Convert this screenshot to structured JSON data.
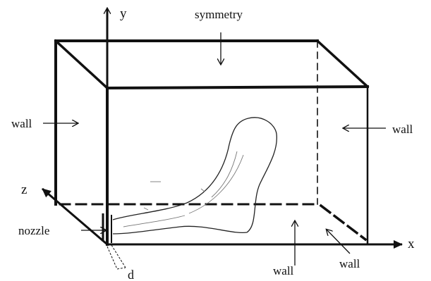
{
  "labels": {
    "symmetry": "symmetry",
    "wall_left": "wall",
    "wall_right": "wall",
    "wall_bottom": "wall",
    "wall_bottom_right": "wall",
    "nozzle": "nozzle",
    "axis_x": "x",
    "axis_y": "y",
    "axis_z": "z",
    "diameter": "d"
  },
  "colors": {
    "ink": "#111111",
    "background": "#ffffff"
  }
}
